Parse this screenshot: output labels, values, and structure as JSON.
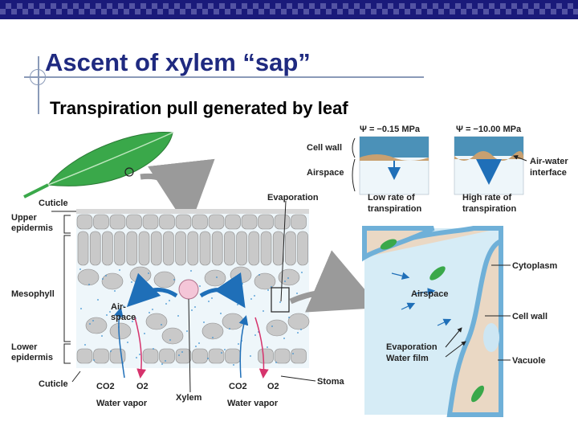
{
  "slide": {
    "title": "Ascent of xylem “sap”",
    "subtitle": "Transpiration pull generated by leaf"
  },
  "figure": {
    "left_labels": {
      "cuticle_top": "Cuticle",
      "upper_epidermis": "Upper epidermis",
      "mesophyll": "Mesophyll",
      "lower_epidermis": "Lower epidermis",
      "cuticle_bottom": "Cuticle"
    },
    "leaf_labels": {
      "evaporation": "Evaporation",
      "airspace": "Air-space",
      "co2_left": "CO2",
      "o2_left": "O2",
      "water_vapor_left": "Water vapor",
      "xylem": "Xylem",
      "co2_right": "CO2",
      "o2_right": "O2",
      "water_vapor_right": "Water vapor",
      "stoma": "Stoma"
    },
    "inset_top": {
      "psi_low": "Ψ = −0.15 MPa",
      "psi_high": "Ψ = −10.00 MPa",
      "cell_wall": "Cell wall",
      "airspace": "Airspace",
      "air_water_interface": "Air-water interface",
      "low_rate": "Low rate of transpiration",
      "high_rate": "High rate of transpiration"
    },
    "inset_bottom": {
      "airspace": "Airspace",
      "evaporation": "Evaporation",
      "water_film": "Water film",
      "cytoplasm": "Cytoplasm",
      "cell_wall": "Cell wall",
      "vacuole": "Vacuole"
    },
    "colors": {
      "cell": "#c9c9c9",
      "cell_edge": "#8a8a8a",
      "water": "#3a8fd0",
      "leaf": "#3aa84a",
      "co2_arrow": "#1f6fb8",
      "o2_arrow": "#d6336c",
      "inset_bg": "#d6ecf6"
    }
  }
}
